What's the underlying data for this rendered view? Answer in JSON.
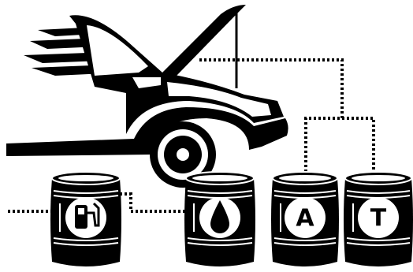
{
  "illustration": {
    "colors": {
      "ink": "#000000",
      "paper": "#ffffff"
    },
    "car": {
      "icon": "car-with-open-hood-icon"
    },
    "barrels": [
      {
        "name": "barrel-fuel",
        "icon": "fuel-pump-icon",
        "letter": ""
      },
      {
        "name": "barrel-oil",
        "icon": "oil-drop-icon",
        "letter": ""
      },
      {
        "name": "barrel-a",
        "icon": "letter-icon",
        "letter": "A"
      },
      {
        "name": "barrel-t",
        "icon": "letter-icon",
        "letter": "T"
      }
    ],
    "connectors": {
      "style": "dotted"
    }
  }
}
